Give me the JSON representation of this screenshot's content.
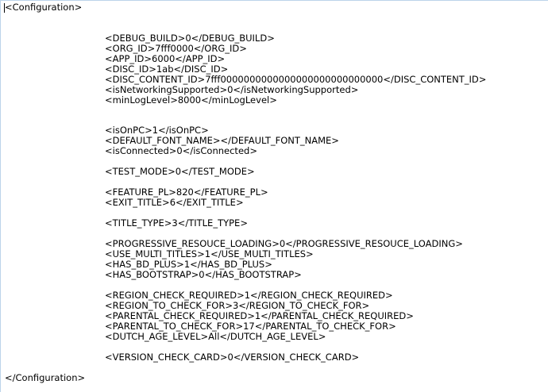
{
  "document": {
    "open_tag": "<Configuration>",
    "close_tag": "</Configuration>",
    "lines": [
      "<DEBUG_BUILD>0</DEBUG_BUILD>",
      "<ORG_ID>7fff0000</ORG_ID>",
      "<APP_ID>6000</APP_ID>",
      "<DISC_ID>1ab</DISC_ID>",
      "<DISC_CONTENT_ID>7fff0000000000000000000000000000</DISC_CONTENT_ID>",
      "<isNetworkingSupported>0</isNetworkingSupported>",
      "<minLogLevel>8000</minLogLevel>",
      "<isOnPC>1</isOnPC>",
      "<DEFAULT_FONT_NAME></DEFAULT_FONT_NAME>",
      "<isConnected>0</isConnected>",
      "<TEST_MODE>0</TEST_MODE>",
      "<FEATURE_PL>820</FEATURE_PL>",
      "<EXIT_TITLE>6</EXIT_TITLE>",
      "<TITLE_TYPE>3</TITLE_TYPE>",
      "<PROGRESSIVE_RESOUCE_LOADING>0</PROGRESSIVE_RESOUCE_LOADING>",
      "<USE_MULTI_TITLES>1</USE_MULTI_TITLES>",
      "<HAS_BD_PLUS>1</HAS_BD_PLUS>",
      "<HAS_BOOTSTRAP>0</HAS_BOOTSTRAP>",
      "<REGION_CHECK_REQUIRED>1</REGION_CHECK_REQUIRED>",
      "<REGION_TO_CHECK_FOR>3</REGION_TO_CHECK_FOR>",
      "<PARENTAL_CHECK_REQUIRED>1</PARENTAL_CHECK_REQUIRED>",
      "<PARENTAL_TO_CHECK_FOR>17</PARENTAL_TO_CHECK_FOR>",
      "<DUTCH_AGE_LEVEL>All</DUTCH_AGE_LEVEL>",
      "<VERSION_CHECK_CARD>0</VERSION_CHECK_CARD>"
    ]
  }
}
